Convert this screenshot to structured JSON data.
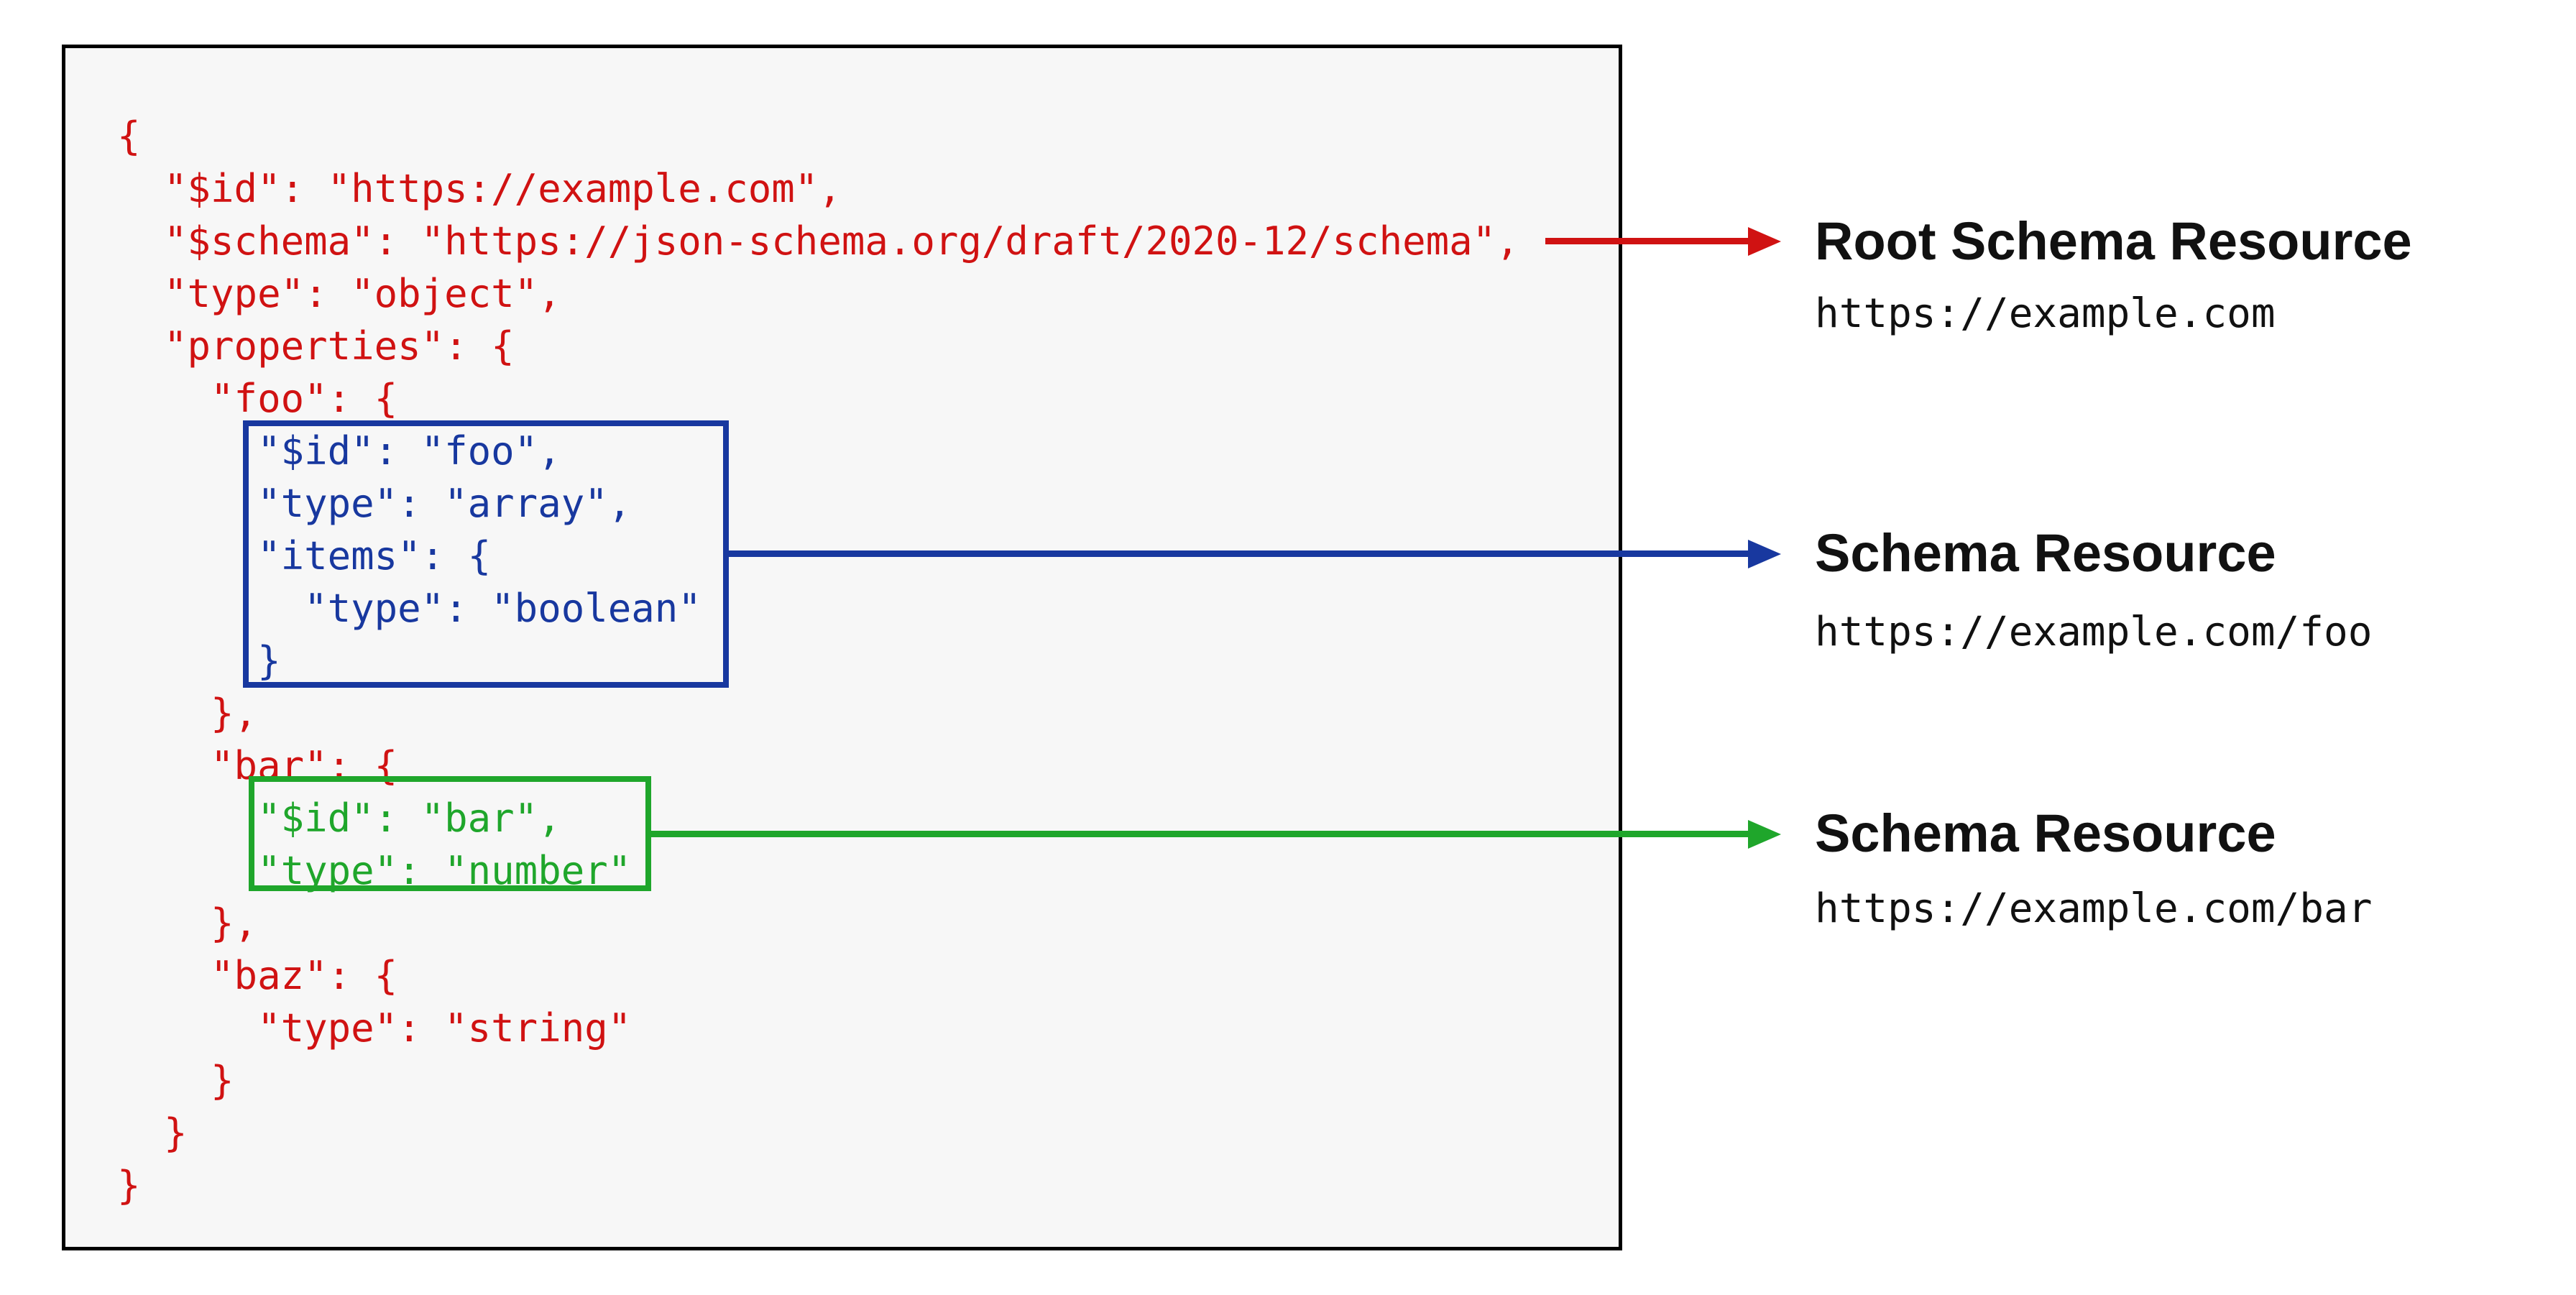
{
  "colors": {
    "red": "#d01212",
    "blue": "#18389f",
    "green": "#1fa62b",
    "label_text": "#111111",
    "panel_border": "#000000",
    "panel_bg": "#f7f7f7"
  },
  "code": {
    "segment_root_open": "{\n  \"$id\": \"https://example.com\",\n  \"$schema\": \"https://json-schema.org/draft/2020-12/schema\",\n  \"type\": \"object\",\n  \"properties\": {\n    \"foo\": {\n",
    "segment_foo": "      \"$id\": \"foo\",\n      \"type\": \"array\",\n      \"items\": {\n        \"type\": \"boolean\"\n      }\n",
    "segment_mid": "    },\n    \"bar\": {\n",
    "segment_bar": "      \"$id\": \"bar\",\n      \"type\": \"number\"\n",
    "segment_close": "    },\n    \"baz\": {\n      \"type\": \"string\"\n    }\n  }\n}"
  },
  "labels": {
    "root": {
      "title": "Root Schema Resource",
      "url": "https://example.com"
    },
    "foo": {
      "title": "Schema Resource",
      "url": "https://example.com/foo"
    },
    "bar": {
      "title": "Schema Resource",
      "url": "https://example.com/bar"
    }
  }
}
